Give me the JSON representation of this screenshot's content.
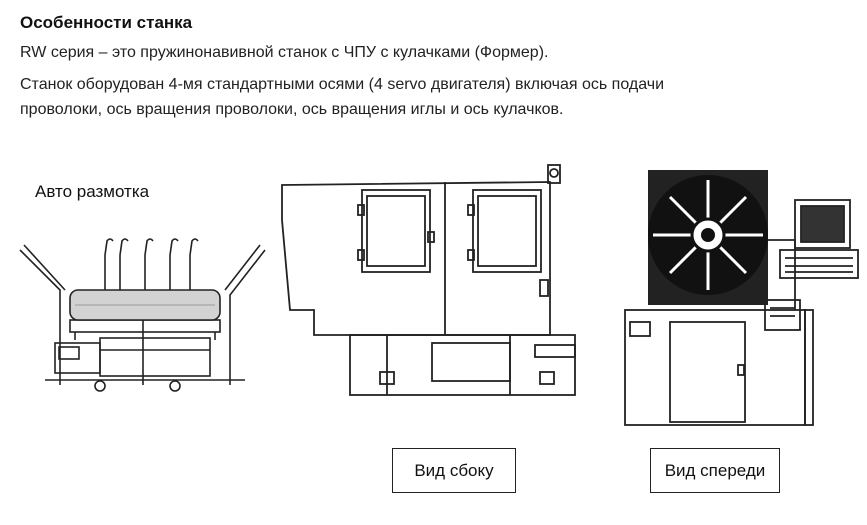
{
  "heading": "Особенности станка",
  "paragraph": [
    "RW серия – это пружинонавивной станок с ЧПУ с кулачками (Формер).",
    "Станок оборудован 4-мя стандартными осями (4 servo двигателя) включая ось подачи",
    "проволоки, ось вращения проволоки, ось вращения иглы и ось кулачков."
  ],
  "figures": {
    "unwinder_label": "Авто размотка",
    "side_view_label": "Вид сбоку",
    "front_view_label": "Вид спереди"
  }
}
